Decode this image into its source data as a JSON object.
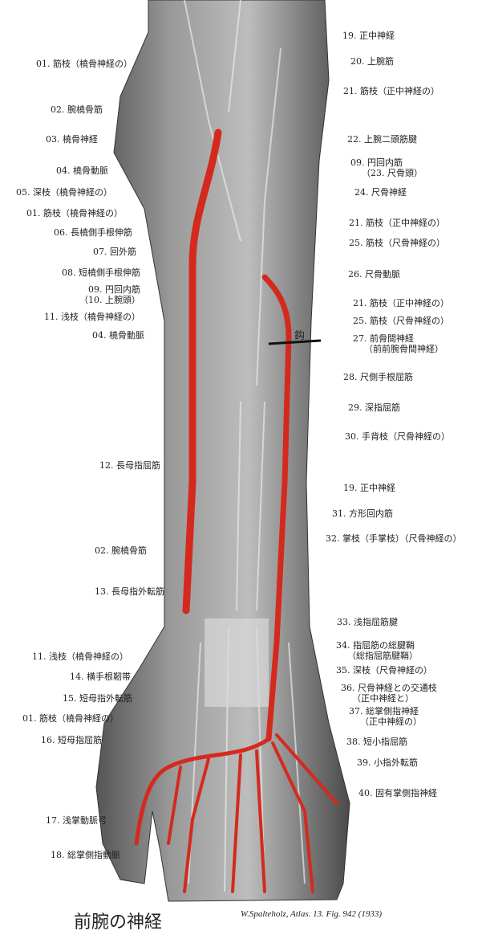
{
  "title": "前腕の神経",
  "citation": "W.Spalteholz, Atlas. 13. Fig. 942 (1933)",
  "hook_label": "鈎",
  "colors": {
    "artery": "#d42a1e",
    "tissue": "#8a8a8a",
    "text": "#222222"
  },
  "left_labels": [
    [
      "01. 筋枝（橈骨神経の）"
    ],
    [
      "02. 腕橈骨筋"
    ],
    [
      "03. 橈骨神経"
    ],
    [
      "04. 橈骨動脈"
    ],
    [
      "05. 深枝（橈骨神経の）"
    ],
    [
      "01. 筋枝（橈骨神経の）"
    ],
    [
      "06. 長橈側手根伸筋"
    ],
    [
      "07. 回外筋"
    ],
    [
      "08. 短橈側手根伸筋"
    ],
    [
      "09. 円回内筋",
      "（10. 上腕頭）"
    ],
    [
      "11. 浅枝（橈骨神経の）"
    ],
    [
      "04. 橈骨動脈"
    ],
    [
      "12. 長母指屈筋"
    ],
    [
      "02. 腕橈骨筋"
    ],
    [
      "13. 長母指外転筋"
    ],
    [
      "11. 浅枝（橈骨神経の）"
    ],
    [
      "14. 横手根靭帯"
    ],
    [
      "15. 短母指外転筋"
    ],
    [
      "01. 筋枝（橈骨神経の）"
    ],
    [
      "16. 短母指屈筋"
    ],
    [
      "17. 浅掌動脈弓"
    ],
    [
      "18. 総掌側指動脈"
    ]
  ],
  "right_labels": [
    [
      "19. 正中神経"
    ],
    [
      "20. 上腕筋"
    ],
    [
      "21. 筋枝（正中神経の）"
    ],
    [
      "22. 上腕二頭筋腱"
    ],
    [
      "09. 円回内筋",
      "（23. 尺骨頭）"
    ],
    [
      "24. 尺骨神経"
    ],
    [
      "21. 筋枝（正中神経の）"
    ],
    [
      "25. 筋枝（尺骨神経の）"
    ],
    [
      "26. 尺骨動脈"
    ],
    [
      "21. 筋枝（正中神経の）"
    ],
    [
      "25. 筋枝（尺骨神経の）"
    ],
    [
      "27. 前骨間神経",
      "（前前腕骨間神経）"
    ],
    [
      "28. 尺側手根屈筋"
    ],
    [
      "29. 深指屈筋"
    ],
    [
      "30. 手背枝（尺骨神経の）"
    ],
    [
      "19. 正中神経"
    ],
    [
      "31. 方形回内筋"
    ],
    [
      "32. 掌枝（手掌枝）（尺骨神経の）"
    ],
    [
      "33. 浅指屈筋腱"
    ],
    [
      "34. 指屈筋の総腱鞘",
      "（総指屈筋腱鞘）"
    ],
    [
      "35. 深枝（尺骨神経の）"
    ],
    [
      "36. 尺骨神経との交通枝",
      "（正中神経と）"
    ],
    [
      "37. 総掌側指神経",
      "（正中神経の）"
    ],
    [
      "38. 短小指屈筋"
    ],
    [
      "39. 小指外転筋"
    ],
    [
      "40. 固有掌側指神経"
    ]
  ]
}
